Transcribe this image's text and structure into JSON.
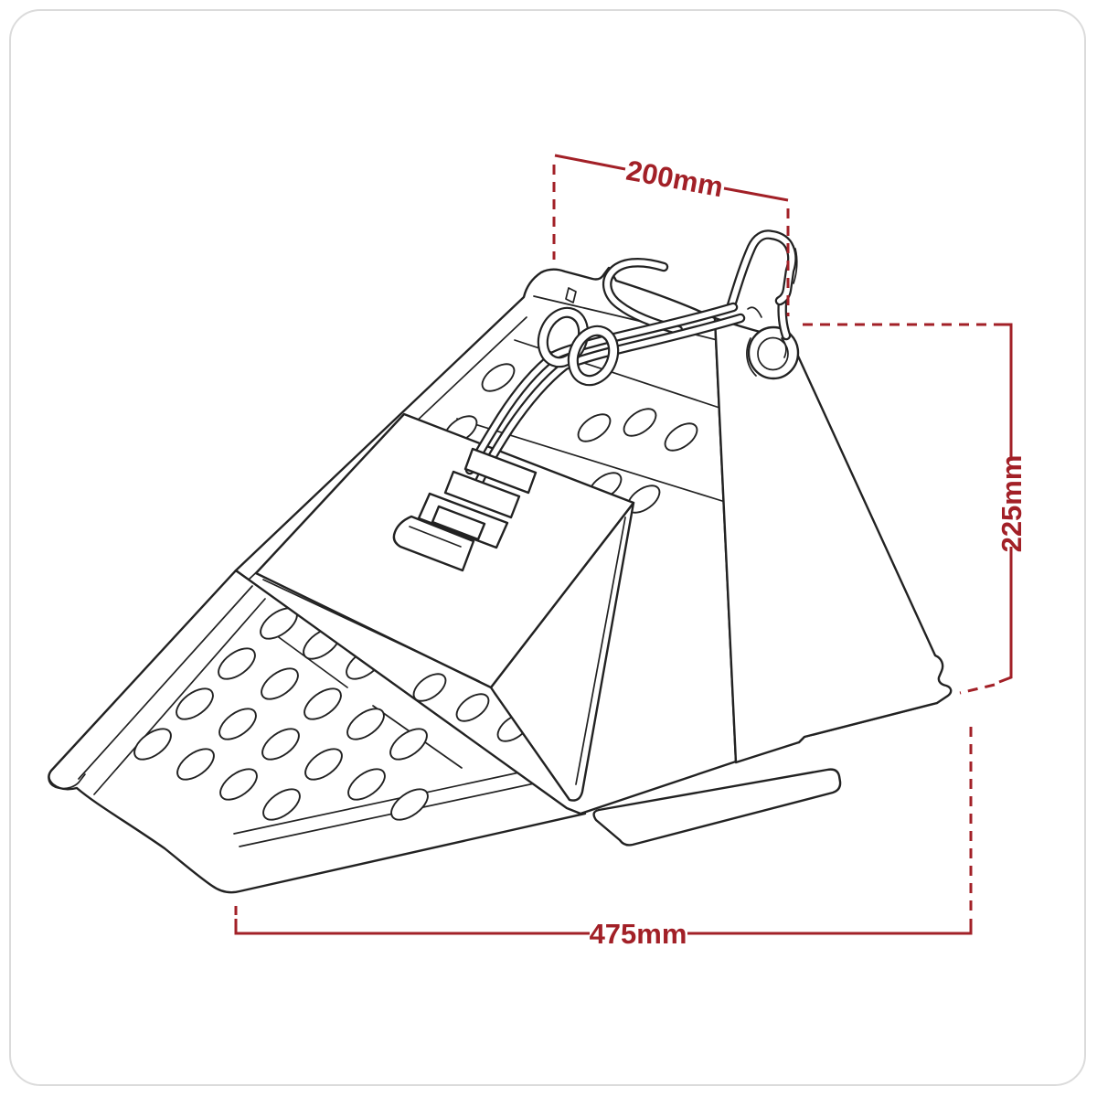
{
  "figure": {
    "title": "Wheel chock technical dimension drawing",
    "subject": "Folding perforated-metal wheel chock with carry hook, securing rings and strap buckle",
    "view": "isometric line art"
  },
  "dimensions": {
    "top": {
      "label": "200mm",
      "orientation": "angled",
      "measures": "chock top width"
    },
    "right": {
      "label": "225mm",
      "orientation": "vertical",
      "measures": "chock height"
    },
    "bottom": {
      "label": "475mm",
      "orientation": "horizontal",
      "measures": "overall length"
    }
  },
  "style": {
    "dimension_color": "#a22027",
    "line_color": "#222222",
    "border_color": "#dbdbdb",
    "background": "#ffffff"
  }
}
